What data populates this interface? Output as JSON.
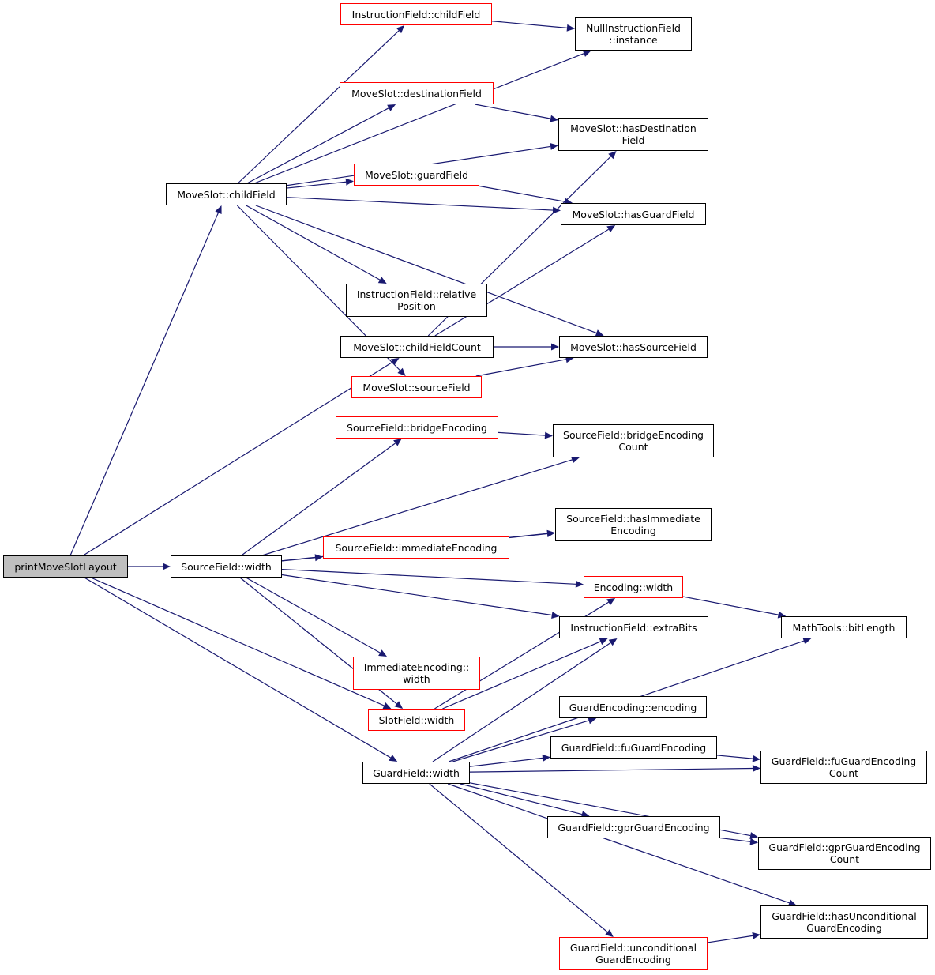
{
  "colors": {
    "edge": "#191970",
    "node_border": "#000000",
    "truncated_border": "#ff0000",
    "root_fill": "#bfbfbf",
    "background": "#ffffff"
  },
  "nodes": {
    "print_move_slot_layout": "printMoveSlotLayout",
    "move_slot_child_field": "MoveSlot::childField",
    "source_field_width": "SourceField::width",
    "guard_field_width": "GuardField::width",
    "instruction_field_child_field": "InstructionField::childField",
    "null_instruction_field_instance": "NullInstructionField\n::instance",
    "move_slot_destination_field": "MoveSlot::destinationField",
    "move_slot_has_destination_field": "MoveSlot::hasDestination\nField",
    "move_slot_guard_field": "MoveSlot::guardField",
    "move_slot_has_guard_field": "MoveSlot::hasGuardField",
    "instruction_field_relative_position": "InstructionField::relative\nPosition",
    "move_slot_child_field_count": "MoveSlot::childFieldCount",
    "move_slot_has_source_field": "MoveSlot::hasSourceField",
    "move_slot_source_field": "MoveSlot::sourceField",
    "source_field_bridge_encoding": "SourceField::bridgeEncoding",
    "source_field_bridge_encoding_count": "SourceField::bridgeEncoding\nCount",
    "source_field_has_immediate_encoding": "SourceField::hasImmediate\nEncoding",
    "source_field_immediate_encoding": "SourceField::immediateEncoding",
    "encoding_width": "Encoding::width",
    "instruction_field_extra_bits": "InstructionField::extraBits",
    "math_tools_bit_length": "MathTools::bitLength",
    "immediate_encoding_width": "ImmediateEncoding::\nwidth",
    "slot_field_width": "SlotField::width",
    "guard_encoding_encoding": "GuardEncoding::encoding",
    "guard_field_fu_guard_encoding": "GuardField::fuGuardEncoding",
    "guard_field_fu_guard_encoding_count": "GuardField::fuGuardEncoding\nCount",
    "guard_field_gpr_guard_encoding": "GuardField::gprGuardEncoding",
    "guard_field_gpr_guard_encoding_count": "GuardField::gprGuardEncoding\nCount",
    "guard_field_has_unconditional_guard_encoding": "GuardField::hasUnconditional\nGuardEncoding",
    "guard_field_unconditional_guard_encoding": "GuardField::unconditional\nGuardEncoding"
  },
  "edges": [
    [
      "print_move_slot_layout",
      "move_slot_child_field"
    ],
    [
      "print_move_slot_layout",
      "move_slot_child_field_count"
    ],
    [
      "print_move_slot_layout",
      "source_field_width"
    ],
    [
      "print_move_slot_layout",
      "slot_field_width"
    ],
    [
      "print_move_slot_layout",
      "guard_field_width"
    ],
    [
      "move_slot_child_field",
      "instruction_field_child_field"
    ],
    [
      "move_slot_child_field",
      "null_instruction_field_instance"
    ],
    [
      "move_slot_child_field",
      "move_slot_destination_field"
    ],
    [
      "move_slot_child_field",
      "move_slot_has_destination_field"
    ],
    [
      "move_slot_child_field",
      "move_slot_guard_field"
    ],
    [
      "move_slot_child_field",
      "move_slot_has_guard_field"
    ],
    [
      "move_slot_child_field",
      "instruction_field_relative_position"
    ],
    [
      "move_slot_child_field",
      "move_slot_has_source_field"
    ],
    [
      "move_slot_child_field",
      "move_slot_source_field"
    ],
    [
      "instruction_field_child_field",
      "null_instruction_field_instance"
    ],
    [
      "move_slot_destination_field",
      "move_slot_has_destination_field"
    ],
    [
      "move_slot_guard_field",
      "move_slot_has_guard_field"
    ],
    [
      "move_slot_child_field_count",
      "move_slot_has_destination_field"
    ],
    [
      "move_slot_child_field_count",
      "move_slot_has_guard_field"
    ],
    [
      "move_slot_child_field_count",
      "move_slot_has_source_field"
    ],
    [
      "move_slot_source_field",
      "move_slot_has_source_field"
    ],
    [
      "source_field_width",
      "source_field_bridge_encoding"
    ],
    [
      "source_field_width",
      "source_field_bridge_encoding_count"
    ],
    [
      "source_field_width",
      "source_field_has_immediate_encoding"
    ],
    [
      "source_field_width",
      "source_field_immediate_encoding"
    ],
    [
      "source_field_width",
      "encoding_width"
    ],
    [
      "source_field_width",
      "instruction_field_extra_bits"
    ],
    [
      "source_field_width",
      "immediate_encoding_width"
    ],
    [
      "source_field_width",
      "slot_field_width"
    ],
    [
      "source_field_bridge_encoding",
      "source_field_bridge_encoding_count"
    ],
    [
      "source_field_immediate_encoding",
      "source_field_has_immediate_encoding"
    ],
    [
      "encoding_width",
      "math_tools_bit_length"
    ],
    [
      "slot_field_width",
      "encoding_width"
    ],
    [
      "slot_field_width",
      "instruction_field_extra_bits"
    ],
    [
      "guard_field_width",
      "guard_encoding_encoding"
    ],
    [
      "guard_field_width",
      "guard_field_fu_guard_encoding"
    ],
    [
      "guard_field_width",
      "guard_field_fu_guard_encoding_count"
    ],
    [
      "guard_field_width",
      "guard_field_gpr_guard_encoding"
    ],
    [
      "guard_field_width",
      "guard_field_gpr_guard_encoding_count"
    ],
    [
      "guard_field_width",
      "guard_field_has_unconditional_guard_encoding"
    ],
    [
      "guard_field_width",
      "guard_field_unconditional_guard_encoding"
    ],
    [
      "guard_field_width",
      "instruction_field_extra_bits"
    ],
    [
      "guard_field_width",
      "math_tools_bit_length"
    ],
    [
      "guard_field_fu_guard_encoding",
      "guard_field_fu_guard_encoding_count"
    ],
    [
      "guard_field_gpr_guard_encoding",
      "guard_field_gpr_guard_encoding_count"
    ],
    [
      "guard_field_unconditional_guard_encoding",
      "guard_field_has_unconditional_guard_encoding"
    ]
  ]
}
